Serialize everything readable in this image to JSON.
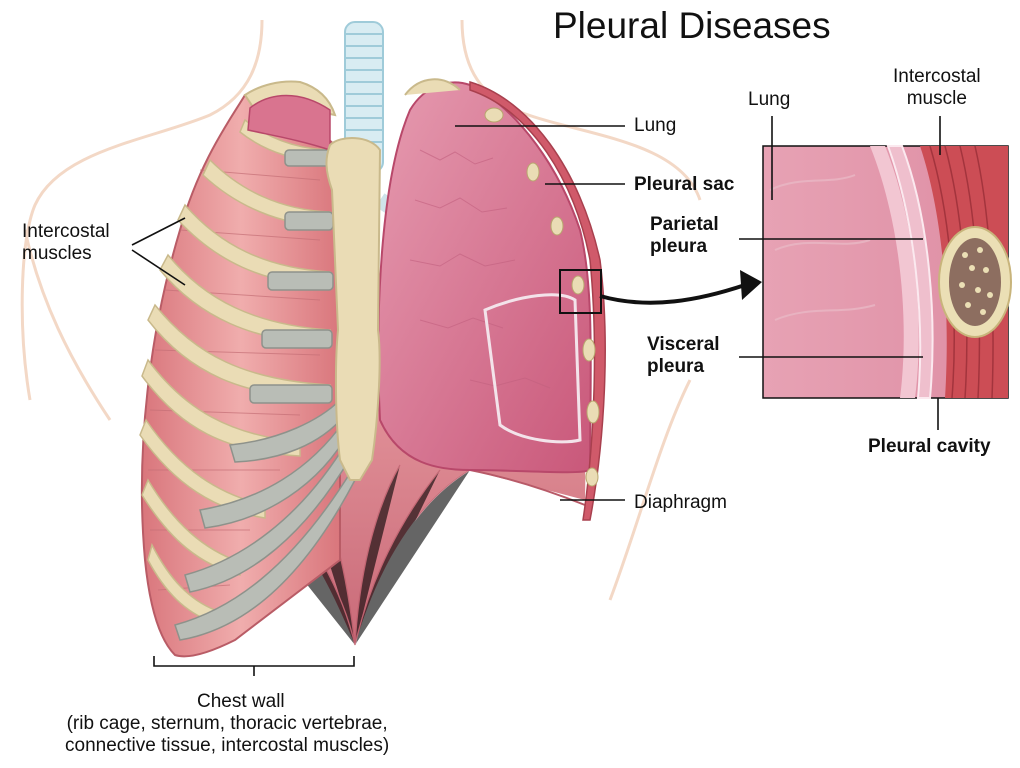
{
  "title": "Pleural Diseases",
  "labels": {
    "intercostal_muscles": "Intercostal\nmuscles",
    "lung": "Lung",
    "pleural_sac": "Pleural sac",
    "diaphragm": "Diaphragm",
    "chest_wall": "Chest wall",
    "chest_wall_detail": "(rib cage, sternum, thoracic vertebrae,\nconnective tissue, intercostal muscles)"
  },
  "inset": {
    "lung": "Lung",
    "intercostal_muscle": "Intercostal\nmuscle",
    "parietal_pleura": "Parietal\npleura",
    "visceral_pleura": "Visceral\npleura",
    "pleural_cavity": "Pleural cavity"
  },
  "colors": {
    "lung": "#d9748f",
    "muscle": "#e89a9a",
    "bone": "#eadcb5",
    "cartilage": "#b9bdb6",
    "skin_outline": "#f3d8c6"
  }
}
